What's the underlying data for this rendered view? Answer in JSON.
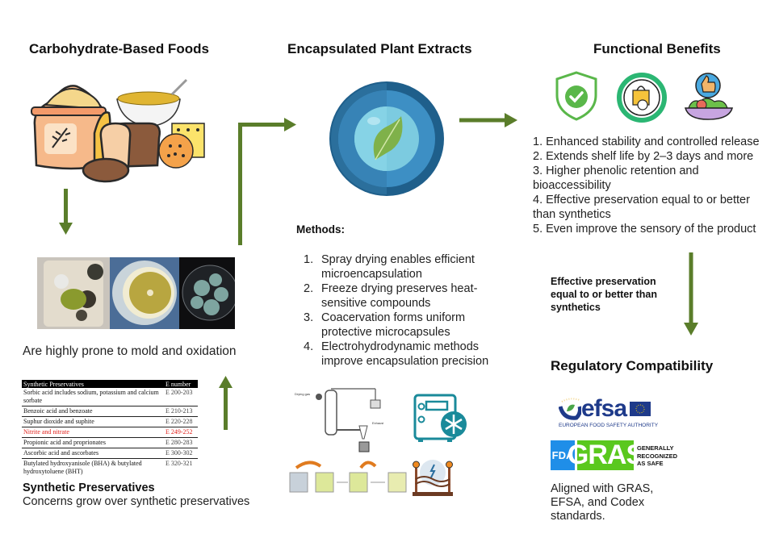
{
  "sections": {
    "carb": {
      "title": "Carbohydrate-Based Foods",
      "mold_caption": "Are highly prone to mold and oxidation"
    },
    "encapsulated": {
      "title": "Encapsulated Plant Extracts",
      "methods_title": "Methods:",
      "methods": [
        {
          "num": "1.",
          "text": "Spray drying enables efficient microencapsulation"
        },
        {
          "num": "2.",
          "text": "Freeze drying preserves heat-sensitive compounds"
        },
        {
          "num": "3.",
          "text": "Coacervation forms uniform protective microcapsules"
        },
        {
          "num": "4.",
          "text": "Electrohydrodynamic methods improve encapsulation precision"
        }
      ]
    },
    "benefits": {
      "title": "Functional Benefits",
      "items": [
        "1. Enhanced stability and controlled release",
        "2. Extends shelf life by 2–3 days and more",
        "3. Higher phenolic retention and bioaccessibility",
        "4. Effective preservation equal to or better than synthetics",
        "5. Even improve the sensory of the product"
      ],
      "arrow_label": "Effective preservation equal to or better than synthetics"
    },
    "regulatory": {
      "title": "Regulatory Compatibility",
      "efsa_logo": "efsa",
      "efsa_subtitle": "EUROPEAN FOOD SAFETY AUTHORITY",
      "fda_label": "FDA",
      "gras_label": "GRAS",
      "gras_subtitle_1": "GENERALLY",
      "gras_subtitle_2": "RECOGNIZED",
      "gras_subtitle_3": "AS SAFE",
      "caption": "Aligned with GRAS, EFSA, and Codex standards."
    },
    "synthetic": {
      "title": "Synthetic Preservatives",
      "caption": "Concerns grow over synthetic preservatives",
      "table": {
        "headers": [
          "Synthetic Preservatives",
          "E number"
        ],
        "rows": [
          {
            "name": "Sorbic acid includes sodium, potassium and calcium sorbate",
            "e": "E 200-203",
            "highlight": false
          },
          {
            "name": "Benzoic acid and benzoate",
            "e": "E 210-213",
            "highlight": false
          },
          {
            "name": "Suphur dioxide and suphite",
            "e": "E 220-228",
            "highlight": false
          },
          {
            "name": "Nitrite and nitrate",
            "e": "E 249-252",
            "highlight": true
          },
          {
            "name": "Propionic acid and proprionates",
            "e": "E 280-283",
            "highlight": false
          },
          {
            "name": "Ascorbic acid and ascorbates",
            "e": "E 300-302",
            "highlight": false
          },
          {
            "name": "Butylated hydroxyanisole (BHA) & butylated hydroxytoluene (BHT)",
            "e": "E 320-321",
            "highlight": false
          }
        ]
      }
    }
  },
  "icons": {
    "food": "carbohydrate-foods-icon",
    "mold": "mold-photos",
    "capsule": "capsule-leaf-icon",
    "shield": "shield-check-icon",
    "shelf_life": "shelf-life-cycle-icon",
    "sensory": "thumbs-up-salad-icon",
    "spray_dryer": "spray-dryer-diagram",
    "freeze_dryer": "freeze-dryer-icon",
    "coacervation": "coacervation-diagram",
    "electro": "electrohydrodynamic-icon"
  },
  "colors": {
    "arrow": "#5a7d2a",
    "highlight_red": "#e0201b",
    "capsule_dark": "#1f5f8b",
    "capsule_mid": "#3d8fc4",
    "capsule_core": "#7ccbe0",
    "leaf": "#7fb14a"
  }
}
